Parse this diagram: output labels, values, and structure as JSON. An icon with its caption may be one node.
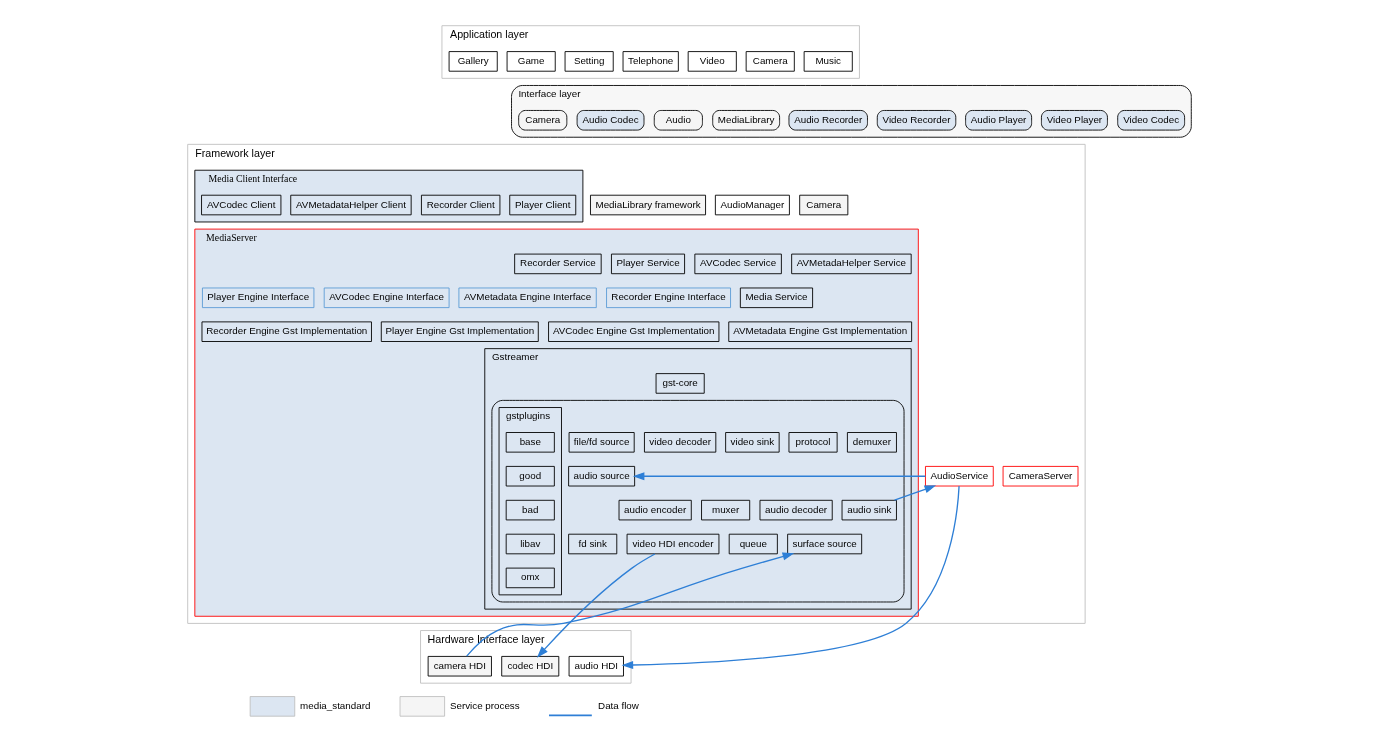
{
  "diagram": {
    "nodes": [
      {
        "text": [
          "Application layer"
        ]
      },
      {
        "text": [
          "Music"
        ],
        "in": 0
      },
      {
        "text": [
          "Video"
        ],
        "in": 0
      },
      {
        "text": [
          "Camera"
        ],
        "in": 0
      },
      {
        "text": [
          "Gallery"
        ],
        "in": 0
      },
      {
        "text": [
          "Game"
        ],
        "in": 0
      },
      {
        "text": [
          "Setting"
        ],
        "in": 0
      },
      {
        "text": [
          "Telephone"
        ],
        "in": 0
      },
      {
        "text": [
          "Interface layer"
        ]
      },
      {
        "text": [
          "Camera"
        ],
        "in": 8
      },
      {
        "text": [
          "Audio Recorder"
        ],
        "in": 8
      },
      {
        "text": [
          "Video Recorder"
        ],
        "in": 8
      },
      {
        "text": [
          "Audio Player"
        ],
        "in": 8
      },
      {
        "text": [
          "Video Player"
        ],
        "in": 8
      },
      {
        "text": [
          "Video Codec"
        ],
        "in": 8
      },
      {
        "text": [
          "Audio Codec"
        ],
        "in": 8
      },
      {
        "text": [
          "Audio"
        ],
        "in": 8
      },
      {
        "text": [
          "MediaLibrary"
        ],
        "in": 8
      },
      {
        "text": [
          "Framework layer"
        ]
      },
      {
        "text": [
          "Camera"
        ],
        "in": 18
      },
      {
        "text": [
          "Media Client Interface"
        ],
        "in": 18
      },
      {
        "text": [
          "Recorder Client"
        ],
        "in": 20
      },
      {
        "text": [
          "Player Client"
        ],
        "in": 20
      },
      {
        "text": [
          "AVCodec Client"
        ],
        "in": 20
      },
      {
        "text": [
          "AVMetadataHelper Client"
        ],
        "in": 20
      },
      {
        "text": [
          "AudioManager"
        ],
        "in": 18
      },
      {
        "text": [
          "MediaLibrary framework"
        ],
        "in": 18
      },
      {
        "text": [
          "CameraServer"
        ],
        "in": 18
      },
      {
        "text": [
          "MediaServer"
        ],
        "in": 18
      },
      {
        "text": [
          "Recorder Service"
        ],
        "in": 28
      },
      {
        "text": [
          "Player Service"
        ],
        "in": 28
      },
      {
        "text": [
          "AVCodec Service"
        ],
        "in": 28
      },
      {
        "text": [
          "AVMetadaHelper Service"
        ],
        "in": 28
      },
      {
        "text": [
          "Media Service"
        ],
        "in": 28
      },
      {
        "text": [
          "Recorder Engine Interface"
        ],
        "in": 28
      },
      {
        "text": [
          "Player Engine Interface"
        ],
        "in": 28
      },
      {
        "text": [
          "AVCodec Engine Interface"
        ],
        "in": 28
      },
      {
        "text": [
          "AVMetadata Engine Interface"
        ],
        "in": 28
      },
      {
        "text": [
          "Recorder Engine Gst Implementation"
        ],
        "in": 28
      },
      {
        "text": [
          "Player Engine Gst Implementation"
        ],
        "in": 28
      },
      {
        "text": [
          "AVCodec Engine Gst Implementation"
        ],
        "in": 28
      },
      {
        "text": [
          "AVMetadata Engine Gst Implementation"
        ],
        "in": 28
      },
      {
        "text": [
          "Gstreamer"
        ],
        "in": 28
      },
      {
        "text": [
          "gst-core"
        ],
        "in": 42
      },
      {
        "text": [],
        "shape": "box",
        "in": 42
      },
      {
        "text": [
          "file/fd source"
        ],
        "in": 44
      },
      {
        "text": [
          "protocol"
        ],
        "in": 44
      },
      {
        "text": [
          "demuxer"
        ],
        "in": 44
      },
      {
        "text": [
          "video decoder"
        ],
        "in": 44
      },
      {
        "text": [
          "video sink"
        ],
        "in": 44
      },
      {
        "text": [
          "gstplugins"
        ],
        "in": 44
      },
      {
        "text": [
          "base"
        ],
        "in": 50
      },
      {
        "text": [
          "good"
        ],
        "in": 50
      },
      {
        "text": [
          "bad"
        ],
        "in": 50
      },
      {
        "text": [
          "libav"
        ],
        "in": 50
      },
      {
        "text": [
          "omx"
        ],
        "in": 50
      },
      {
        "text": [
          "audio source"
        ],
        "in": 44
      },
      {
        "text": [
          "audio encoder"
        ],
        "in": 44
      },
      {
        "text": [
          "muxer"
        ],
        "in": 44
      },
      {
        "text": [
          "audio decoder"
        ],
        "in": 44
      },
      {
        "text": [
          "audio sink"
        ],
        "in": 44
      },
      {
        "text": [
          "surface source"
        ],
        "in": 44
      },
      {
        "text": [
          "video HDI encoder"
        ],
        "in": 44
      },
      {
        "text": [
          "queue"
        ],
        "in": 44
      },
      {
        "text": [
          "fd sink"
        ],
        "in": 44
      },
      {
        "text": [
          "AudioService"
        ],
        "in": 18
      },
      {
        "text": [
          "Hardware Interface layer"
        ]
      },
      {
        "text": [
          "camera HDI"
        ],
        "in": 66
      },
      {
        "text": [
          "codec HDI"
        ],
        "in": 66
      },
      {
        "text": [
          "audio HDI"
        ],
        "in": 66
      }
    ],
    "edges": [
      {
        "from": 65,
        "to": 56,
        "arrow": "to"
      },
      {
        "from": 60,
        "to": 65,
        "arrow": "to"
      },
      {
        "from": 67,
        "to": 61,
        "arrow": "to"
      },
      {
        "from": 62,
        "to": 68,
        "arrow": "to"
      },
      {
        "from": 65,
        "to": 69,
        "arrow": "to"
      }
    ],
    "legend": [
      {
        "text": "media_standard",
        "color": "#dce6f2"
      },
      {
        "text": "Service process",
        "color": "#f5f5f5"
      },
      {
        "text": "Data flow"
      }
    ]
  }
}
